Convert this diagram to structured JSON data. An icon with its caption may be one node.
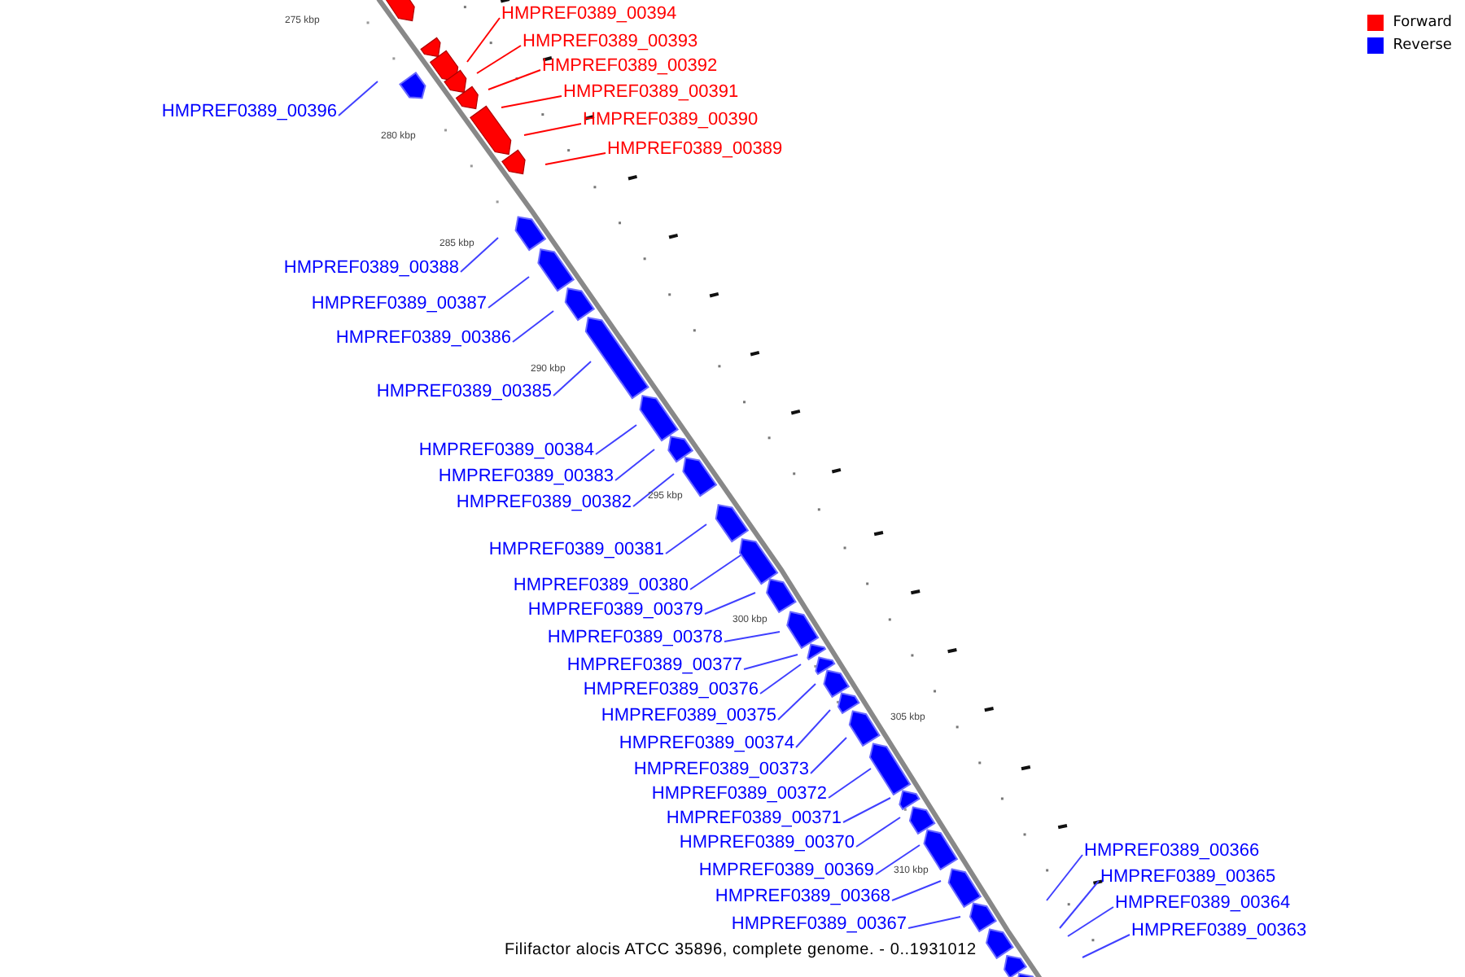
{
  "diagram": {
    "caption": "Filifactor alocis ATCC 35896, complete genome. - 0..1931012",
    "nodes": [
      {
        "text": [
          "HMPREF0389_00394"
        ]
      },
      {
        "text": [
          "HMPREF0389_00393"
        ]
      },
      {
        "text": [
          "HMPREF0389_00392"
        ]
      },
      {
        "text": [
          "HMPREF0389_00391"
        ]
      },
      {
        "text": [
          "HMPREF0389_00396"
        ]
      },
      {
        "text": [
          "HMPREF0389_00390"
        ]
      },
      {
        "text": [
          "HMPREF0389_00389"
        ]
      },
      {
        "text": [
          "HMPREF0389_00388"
        ]
      },
      {
        "text": [
          "HMPREF0389_00387"
        ]
      },
      {
        "text": [
          "HMPREF0389_00386"
        ]
      },
      {
        "text": [
          "HMPREF0389_00385"
        ]
      },
      {
        "text": [
          "HMPREF0389_00384"
        ]
      },
      {
        "text": [
          "HMPREF0389_00383"
        ]
      },
      {
        "text": [
          "HMPREF0389_00382"
        ]
      },
      {
        "text": [
          "HMPREF0389_00381"
        ]
      },
      {
        "text": [
          "HMPREF0389_00380"
        ]
      },
      {
        "text": [
          "HMPREF0389_00379"
        ]
      },
      {
        "text": [
          "HMPREF0389_00378"
        ]
      },
      {
        "text": [
          "HMPREF0389_00377"
        ]
      },
      {
        "text": [
          "HMPREF0389_00376"
        ]
      },
      {
        "text": [
          "HMPREF0389_00375"
        ]
      },
      {
        "text": [
          "HMPREF0389_00374"
        ]
      },
      {
        "text": [
          "HMPREF0389_00373"
        ]
      },
      {
        "text": [
          "HMPREF0389_00372"
        ]
      },
      {
        "text": [
          "HMPREF0389_00371"
        ]
      },
      {
        "text": [
          "HMPREF0389_00370"
        ]
      },
      {
        "text": [
          "HMPREF0389_00369"
        ]
      },
      {
        "text": [
          "HMPREF0389_00368"
        ]
      },
      {
        "text": [
          "HMPREF0389_00367"
        ]
      },
      {
        "text": [
          "HMPREF0389_00366"
        ]
      },
      {
        "text": [
          "HMPREF0389_00365"
        ]
      },
      {
        "text": [
          "HMPREF0389_00364"
        ]
      },
      {
        "text": [
          "HMPREF0389_00363"
        ]
      }
    ],
    "edges": [
      {
        "from": 0,
        "to": null,
        "arrow": "none",
        "color": "#ff0000"
      },
      {
        "from": 1,
        "to": null,
        "arrow": "none",
        "color": "#ff0000"
      },
      {
        "from": 2,
        "to": null,
        "arrow": "none",
        "color": "#ff0000"
      },
      {
        "from": 3,
        "to": null,
        "arrow": "none",
        "color": "#ff0000"
      },
      {
        "from": 4,
        "to": null,
        "arrow": "none"
      },
      {
        "from": 5,
        "to": null,
        "arrow": "none",
        "color": "#ff0000"
      },
      {
        "from": 6,
        "to": null,
        "arrow": "none",
        "color": "#ff0000"
      },
      {
        "from": 7,
        "to": null,
        "arrow": "none"
      },
      {
        "from": 8,
        "to": null,
        "arrow": "none"
      },
      {
        "from": 9,
        "to": null,
        "arrow": "none"
      },
      {
        "from": 10,
        "to": null,
        "arrow": "none"
      },
      {
        "from": 11,
        "to": null,
        "arrow": "none"
      },
      {
        "from": 12,
        "to": null,
        "arrow": "none"
      },
      {
        "from": 13,
        "to": null,
        "arrow": "none"
      },
      {
        "from": 14,
        "to": null,
        "arrow": "none"
      },
      {
        "from": 15,
        "to": null,
        "arrow": "none"
      },
      {
        "from": 16,
        "to": null,
        "arrow": "none"
      },
      {
        "from": 17,
        "to": null,
        "arrow": "none"
      },
      {
        "from": 18,
        "to": null,
        "arrow": "none"
      },
      {
        "from": 19,
        "to": null,
        "arrow": "none"
      },
      {
        "from": 20,
        "to": null,
        "arrow": "none"
      },
      {
        "from": 21,
        "to": null,
        "arrow": "none"
      },
      {
        "from": 22,
        "to": null,
        "arrow": "none"
      },
      {
        "from": 23,
        "to": null,
        "arrow": "none"
      },
      {
        "from": 24,
        "to": null,
        "arrow": "none"
      },
      {
        "from": 25,
        "to": null,
        "arrow": "none"
      },
      {
        "from": 26,
        "to": null,
        "arrow": "none"
      },
      {
        "from": 27,
        "to": null,
        "arrow": "none"
      },
      {
        "from": 28,
        "to": null,
        "arrow": "none"
      },
      {
        "from": 29,
        "to": null,
        "arrow": "none"
      },
      {
        "from": 30,
        "to": null,
        "arrow": "none"
      },
      {
        "from": 31,
        "to": null,
        "arrow": "none"
      },
      {
        "from": 32,
        "to": null,
        "arrow": "none"
      }
    ],
    "labels": [
      "275 kbp",
      "280 kbp",
      "285 kbp",
      "290 kbp",
      "295 kbp",
      "300 kbp",
      "305 kbp",
      "310 kbp"
    ],
    "legend": [
      {
        "text": "Forward",
        "color": "#ff0000"
      },
      {
        "text": "Reverse",
        "color": "#0000ff"
      }
    ]
  }
}
